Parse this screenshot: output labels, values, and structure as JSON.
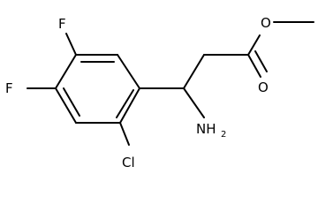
{
  "molecule": {
    "atoms": {
      "f_top": "F",
      "f_left": "F",
      "cl": "Cl",
      "o_ester": "O",
      "o_carbonyl": "O",
      "nh2_symbol": "NH",
      "nh2_subscript": "2"
    }
  }
}
